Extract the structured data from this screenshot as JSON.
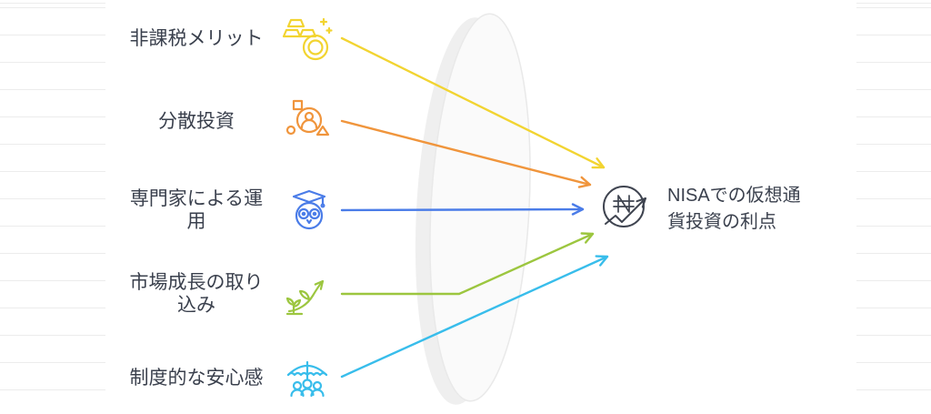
{
  "diagram": {
    "title": {
      "full": "NISAでの仮想通貨投資の利点",
      "line1": "NISAでの仮想通",
      "line2": "貨投資の利点"
    },
    "center_node": {
      "symbol": "₦",
      "description": "naira-sign-with-trend-arrow"
    },
    "items": [
      {
        "label": "非課税メリット",
        "lines": [
          "非課税メリット",
          ""
        ],
        "color": "#F2D431",
        "icon": "gold-bars-coin-icon"
      },
      {
        "label": "分散投資",
        "lines": [
          "分散投資",
          ""
        ],
        "color": "#F0953C",
        "icon": "person-shapes-icon"
      },
      {
        "label": "専門家による運用",
        "lines": [
          "専門家による運",
          "用"
        ],
        "color": "#4A7CE8",
        "icon": "owl-graduation-icon"
      },
      {
        "label": "市場成長の取り込み",
        "lines": [
          "市場成長の取り",
          "込み"
        ],
        "color": "#9CC63F",
        "icon": "sprout-growth-arrow-icon"
      },
      {
        "label": "制度的な安心感",
        "lines": [
          "制度的な安心感",
          ""
        ],
        "color": "#38BDEB",
        "icon": "umbrella-people-icon"
      }
    ],
    "colors": {
      "text": "#3A404D",
      "node_stroke": "#3F4450",
      "ruled_line": "#ECECEC",
      "panel": "#FFFFFF",
      "ellipse_fill": "#F0F0F0",
      "ellipse_front": "#FAFAFA"
    }
  }
}
